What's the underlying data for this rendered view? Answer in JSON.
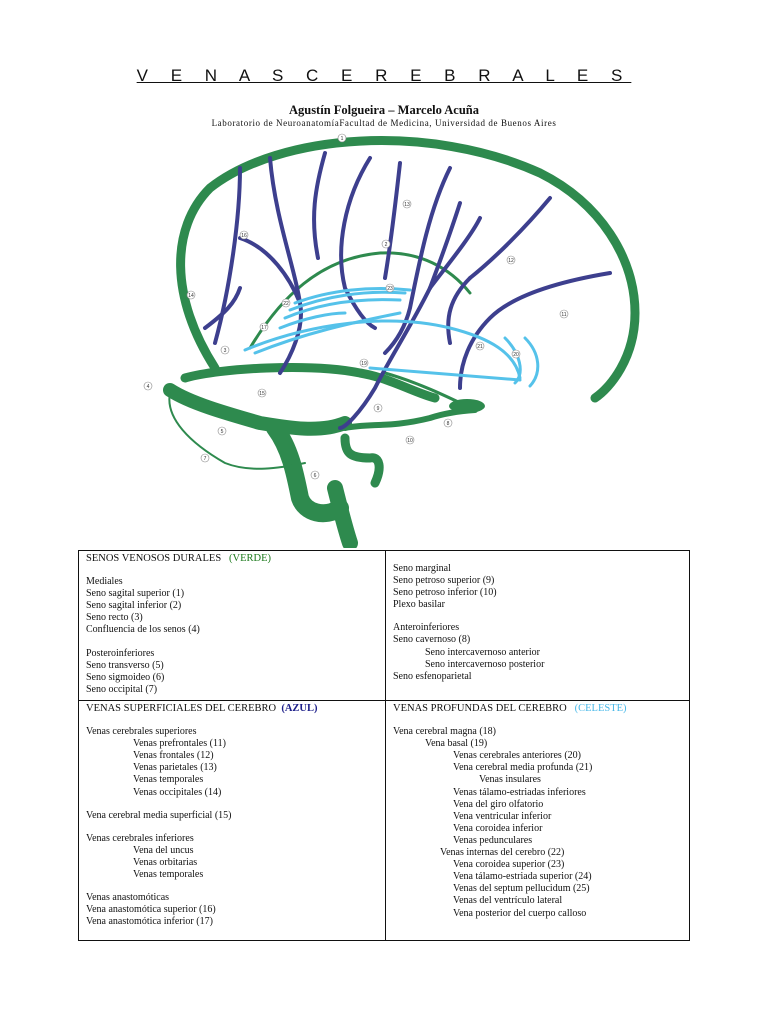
{
  "header": {
    "title": "V E N A S   C E R E B R A L E S",
    "authors": "Agustín Folgueira – Marcelo Acuña",
    "lab": "Laboratorio de NeuroanatomíaFacultad de Medicina, Universidad de Buenos Aires"
  },
  "figure": {
    "labels": [
      "1",
      "2",
      "3",
      "4",
      "5",
      "6",
      "7",
      "8",
      "9",
      "10",
      "11",
      "12",
      "13",
      "14",
      "15",
      "16",
      "17",
      "19",
      "20",
      "21",
      "22",
      "23"
    ],
    "colors": {
      "dural": "#2e8a4e",
      "superficial": "#3d3f8e",
      "deep": "#55c2ea"
    }
  },
  "durales": {
    "heading": "SENOS VENOSOS DURALES",
    "color_tag": "(VERDE)",
    "mediales_heading": "Mediales",
    "mediales": [
      "Seno sagital superior (1)",
      "Seno sagital inferior (2)",
      "Seno recto (3)",
      "Confluencia de los senos (4)"
    ],
    "posteroinferiores_heading": "Posteroinferiores",
    "posteroinferiores": [
      "Seno transverso (5)",
      "Seno sigmoideo (6)",
      "Seno occipital (7)"
    ],
    "right_items": [
      "Seno marginal",
      "Seno petroso superior (9)",
      "Seno petroso inferior (10)",
      "Plexo basilar"
    ],
    "anteroinferiores_heading": "Anteroinferiores",
    "cavernoso": "Seno cavernoso (8)",
    "cavernoso_sub": [
      "Seno intercavernoso anterior",
      "Seno intercavernoso posterior"
    ],
    "esfenoparietal": "Seno esfenoparietal"
  },
  "superficiales": {
    "heading": "VENAS SUPERFICIALES DEL CEREBRO",
    "color_tag": "(AZUL)",
    "superiores_heading": "Venas cerebrales superiores",
    "superiores": [
      "Venas prefrontales (11)",
      "Venas frontales (12)",
      "Venas parietales (13)",
      "Venas temporales",
      "Venas occipitales (14)"
    ],
    "media_superficial": "Vena cerebral media superficial (15)",
    "inferiores_heading": "Venas cerebrales inferiores",
    "inferiores": [
      "Vena del uncus",
      "Venas orbitarias",
      "Venas temporales"
    ],
    "anastomoticas_heading": "Venas anastomóticas",
    "anastomoticas": [
      "Vena anastomótica superior (16)",
      "Vena anastomótica inferior (17)"
    ]
  },
  "profundas": {
    "heading": "VENAS PROFUNDAS DEL CEREBRO",
    "color_tag": "(CELESTE)",
    "magna": "Vena cerebral magna (18)",
    "basal": "Vena basal (19)",
    "basal_items": [
      "Venas cerebrales anteriores (20)",
      "Vena cerebral media profunda (21)"
    ],
    "insulares": "Venas insulares",
    "basal_items2": [
      "Venas tálamo-estriadas inferiores",
      "Vena del giro olfatorio",
      "Vena ventricular inferior",
      "Vena coroidea inferior",
      "Venas pedunculares"
    ],
    "internas": "Venas internas del cerebro (22)",
    "internas_items": [
      "Vena coroidea superior (23)",
      "Vena tálamo-estriada superior (24)",
      "Venas del septum pellucidum (25)",
      "Venas del ventrículo lateral",
      "Vena posterior del cuerpo calloso"
    ]
  }
}
